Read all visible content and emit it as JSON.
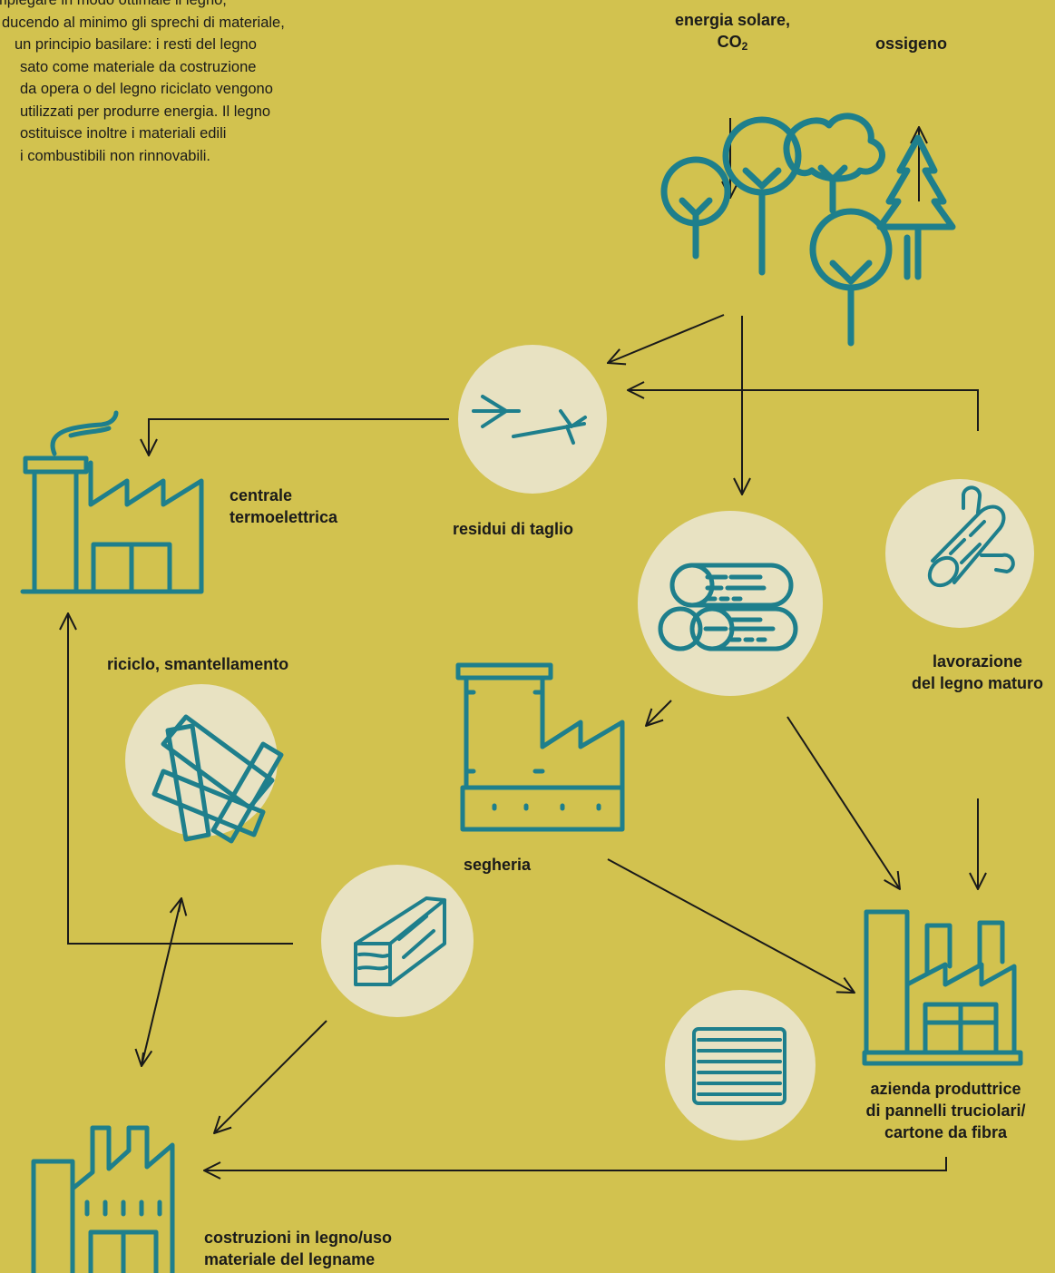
{
  "intro_lines": [
    "mpiegare in modo ottimale il legno,",
    "ducendo al minimo gli sprechi di materiale,",
    "un principio basilare: i resti del legno",
    "sato come materiale da costruzione",
    "da opera o del legno riciclato vengono",
    "utilizzati per produrre energia. Il legno",
    "ostituisce inoltre i materiali edili",
    "i combustibili non rinnovabili."
  ],
  "labels": {
    "energy_line1": "energia solare,",
    "energy_co": "CO",
    "energy_sub": "2",
    "oxygen": "ossigeno",
    "power_plant_1": "centrale",
    "power_plant_2": "termoelettrica",
    "cutting_residues": "residui di taglio",
    "recycling": "riciclo, smantellamento",
    "mature_wood_1": "lavorazione",
    "mature_wood_2": "del legno maturo",
    "sawmill": "segheria",
    "panel_factory_1": "azienda produttrice",
    "panel_factory_2": "di pannelli truciolari/",
    "panel_factory_3": "cartone da fibra",
    "construction_1": "costruzioni in legno/uso",
    "construction_2": "materiale del legname"
  },
  "colors": {
    "background": "#d2c24f",
    "icon_stroke": "#1e7f8c",
    "circle_fill": "#e8e2c2",
    "arrow": "#1a1a1a"
  }
}
